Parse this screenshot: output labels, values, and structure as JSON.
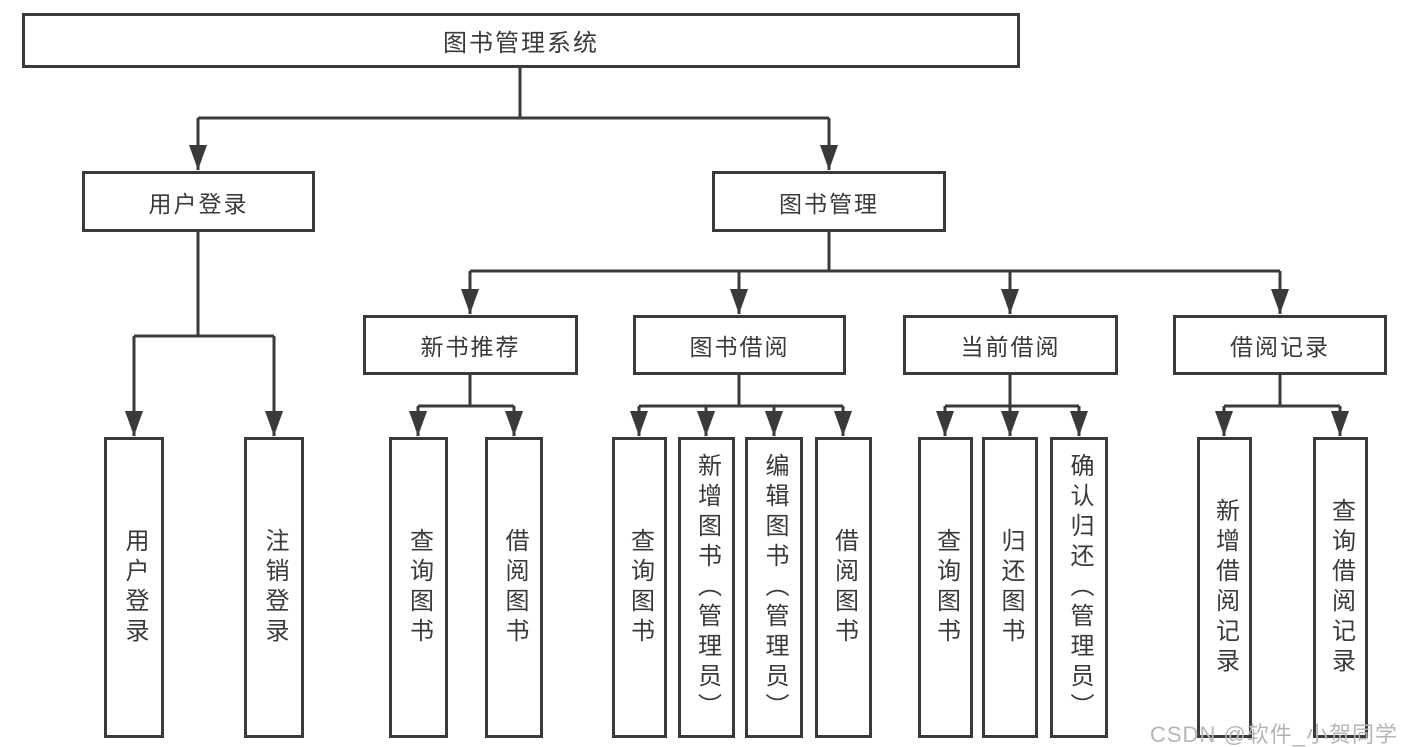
{
  "diagram": {
    "type": "hierarchy-tree",
    "root": {
      "label": "图书管理系统",
      "children": [
        {
          "label": "用户登录",
          "children": [
            {
              "label": "用户登录"
            },
            {
              "label": "注销登录"
            }
          ]
        },
        {
          "label": "图书管理",
          "children": [
            {
              "label": "新书推荐",
              "children": [
                {
                  "label": "查询图书"
                },
                {
                  "label": "借阅图书"
                }
              ]
            },
            {
              "label": "图书借阅",
              "children": [
                {
                  "label": "查询图书"
                },
                {
                  "label": "新增图书（管理员）"
                },
                {
                  "label": "编辑图书（管理员）"
                },
                {
                  "label": "借阅图书"
                }
              ]
            },
            {
              "label": "当前借阅",
              "children": [
                {
                  "label": "查询图书"
                },
                {
                  "label": "归还图书"
                },
                {
                  "label": "确认归还（管理员）"
                }
              ]
            },
            {
              "label": "借阅记录",
              "children": [
                {
                  "label": "新增借阅记录"
                },
                {
                  "label": "查询借阅记录"
                }
              ]
            }
          ]
        }
      ]
    },
    "colors": {
      "line": "#3a3a3a",
      "text": "#3a3a3a",
      "box_background": "#ffffff",
      "page_background": "#ffffff",
      "watermark": "#b3b6b9"
    }
  },
  "watermark": {
    "text": "CSDN @软件_小贺同学"
  }
}
